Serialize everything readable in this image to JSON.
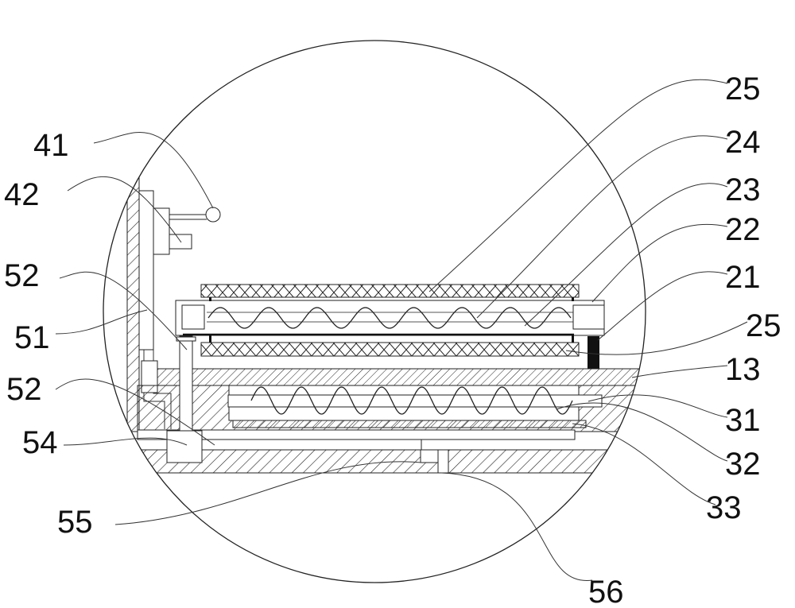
{
  "figure": {
    "labels_left": [
      "41",
      "42",
      "52",
      "51",
      "52",
      "54",
      "55"
    ],
    "labels_right": [
      "25",
      "24",
      "23",
      "22",
      "21",
      "25",
      "13",
      "31",
      "32",
      "33"
    ],
    "label_bottom": "56"
  }
}
